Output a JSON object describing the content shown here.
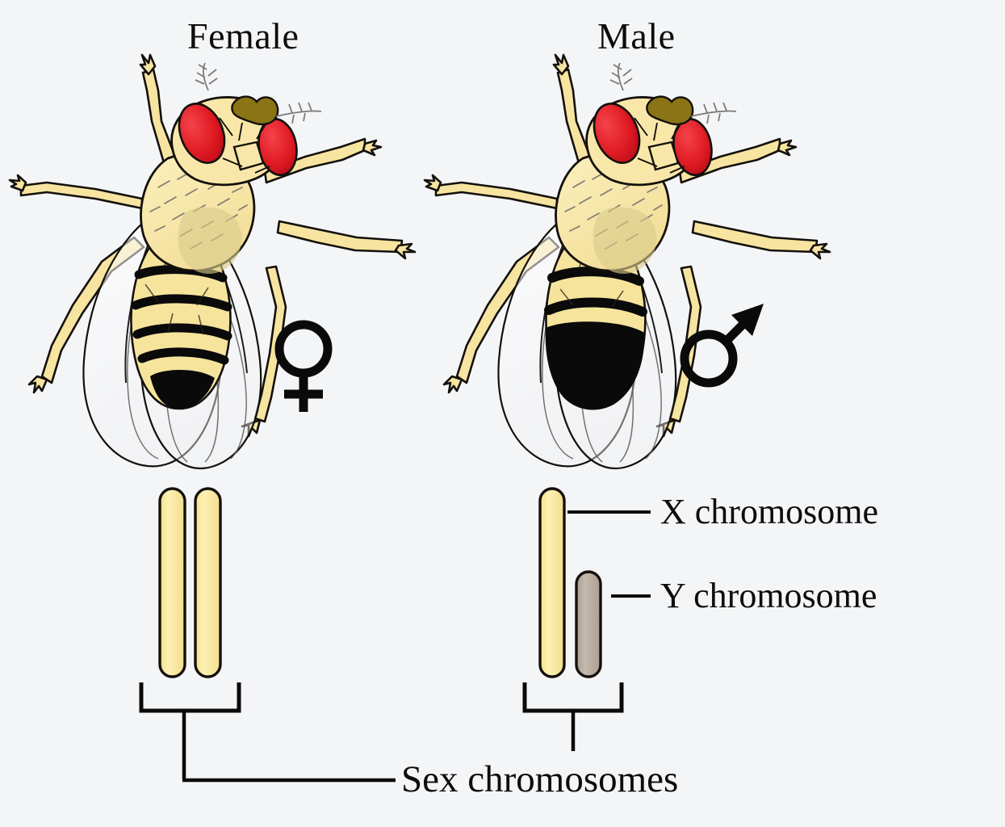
{
  "figure": {
    "background_color": "#f4f5f7",
    "subject": "Drosophila melanogaster sexual dimorphism and sex chromosomes"
  },
  "panels": {
    "female": {
      "title": "Female",
      "symbol_name": "venus-symbol",
      "fly": {
        "eye_color": "#e01b24",
        "body_color": "#f8e7a8",
        "crown_color": "#8a7415",
        "abdomen_stripe_count": 5,
        "abdomen_tip": "pointed",
        "outline_color": "#14100c"
      },
      "chromosomes": [
        {
          "name": "X",
          "color": "#fbeba2",
          "length": "long"
        },
        {
          "name": "X",
          "color": "#fbeba2",
          "length": "long"
        }
      ]
    },
    "male": {
      "title": "Male",
      "symbol_name": "mars-symbol",
      "fly": {
        "eye_color": "#e01b24",
        "body_color": "#f8e7a8",
        "crown_color": "#8a7415",
        "abdomen_stripe_count": 2,
        "abdomen_tip": "solid black rounded",
        "outline_color": "#14100c"
      },
      "chromosomes": [
        {
          "name": "X",
          "color": "#fbeba2",
          "length": "long"
        },
        {
          "name": "Y",
          "color": "#b9ada2",
          "length": "short"
        }
      ]
    }
  },
  "annotations": {
    "x_chromosome": "X chromosome",
    "y_chromosome": "Y chromosome",
    "sex_chromosomes": "Sex chromosomes"
  },
  "colors": {
    "background": "#f4f5f7",
    "x_chromosome_fill": "#fbeba2",
    "y_chromosome_fill": "#b9ada2",
    "chromosome_stroke": "#14100c",
    "eye_red": "#e01b24",
    "body_yellow": "#f8e7a8",
    "crown_olive": "#8a7415",
    "leader_line": "#14100c",
    "text": "#0d0d0d"
  }
}
